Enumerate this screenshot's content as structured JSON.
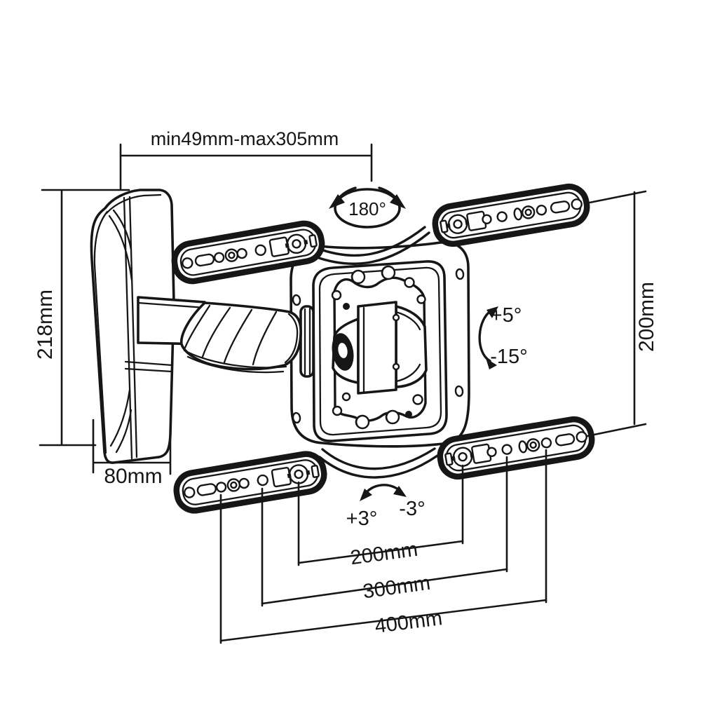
{
  "diagram": {
    "type": "technical-drawing",
    "subject": "Full-motion TV wall mount with dimension annotations",
    "colors": {
      "line": "#161616",
      "background": "#ffffff"
    },
    "labels": {
      "extension_range": "min49mm-max305mm",
      "swivel_angle": "180°",
      "bracket_height": "218mm",
      "bracket_depth": "80mm",
      "vesa_vertical": "200mm",
      "tilt_up": "+5°",
      "tilt_down": "-15°",
      "roll_plus": "+3°",
      "roll_minus": "-3°",
      "hole_width_200": "200mm",
      "hole_width_300": "300mm",
      "hole_width_400": "400mm"
    }
  }
}
